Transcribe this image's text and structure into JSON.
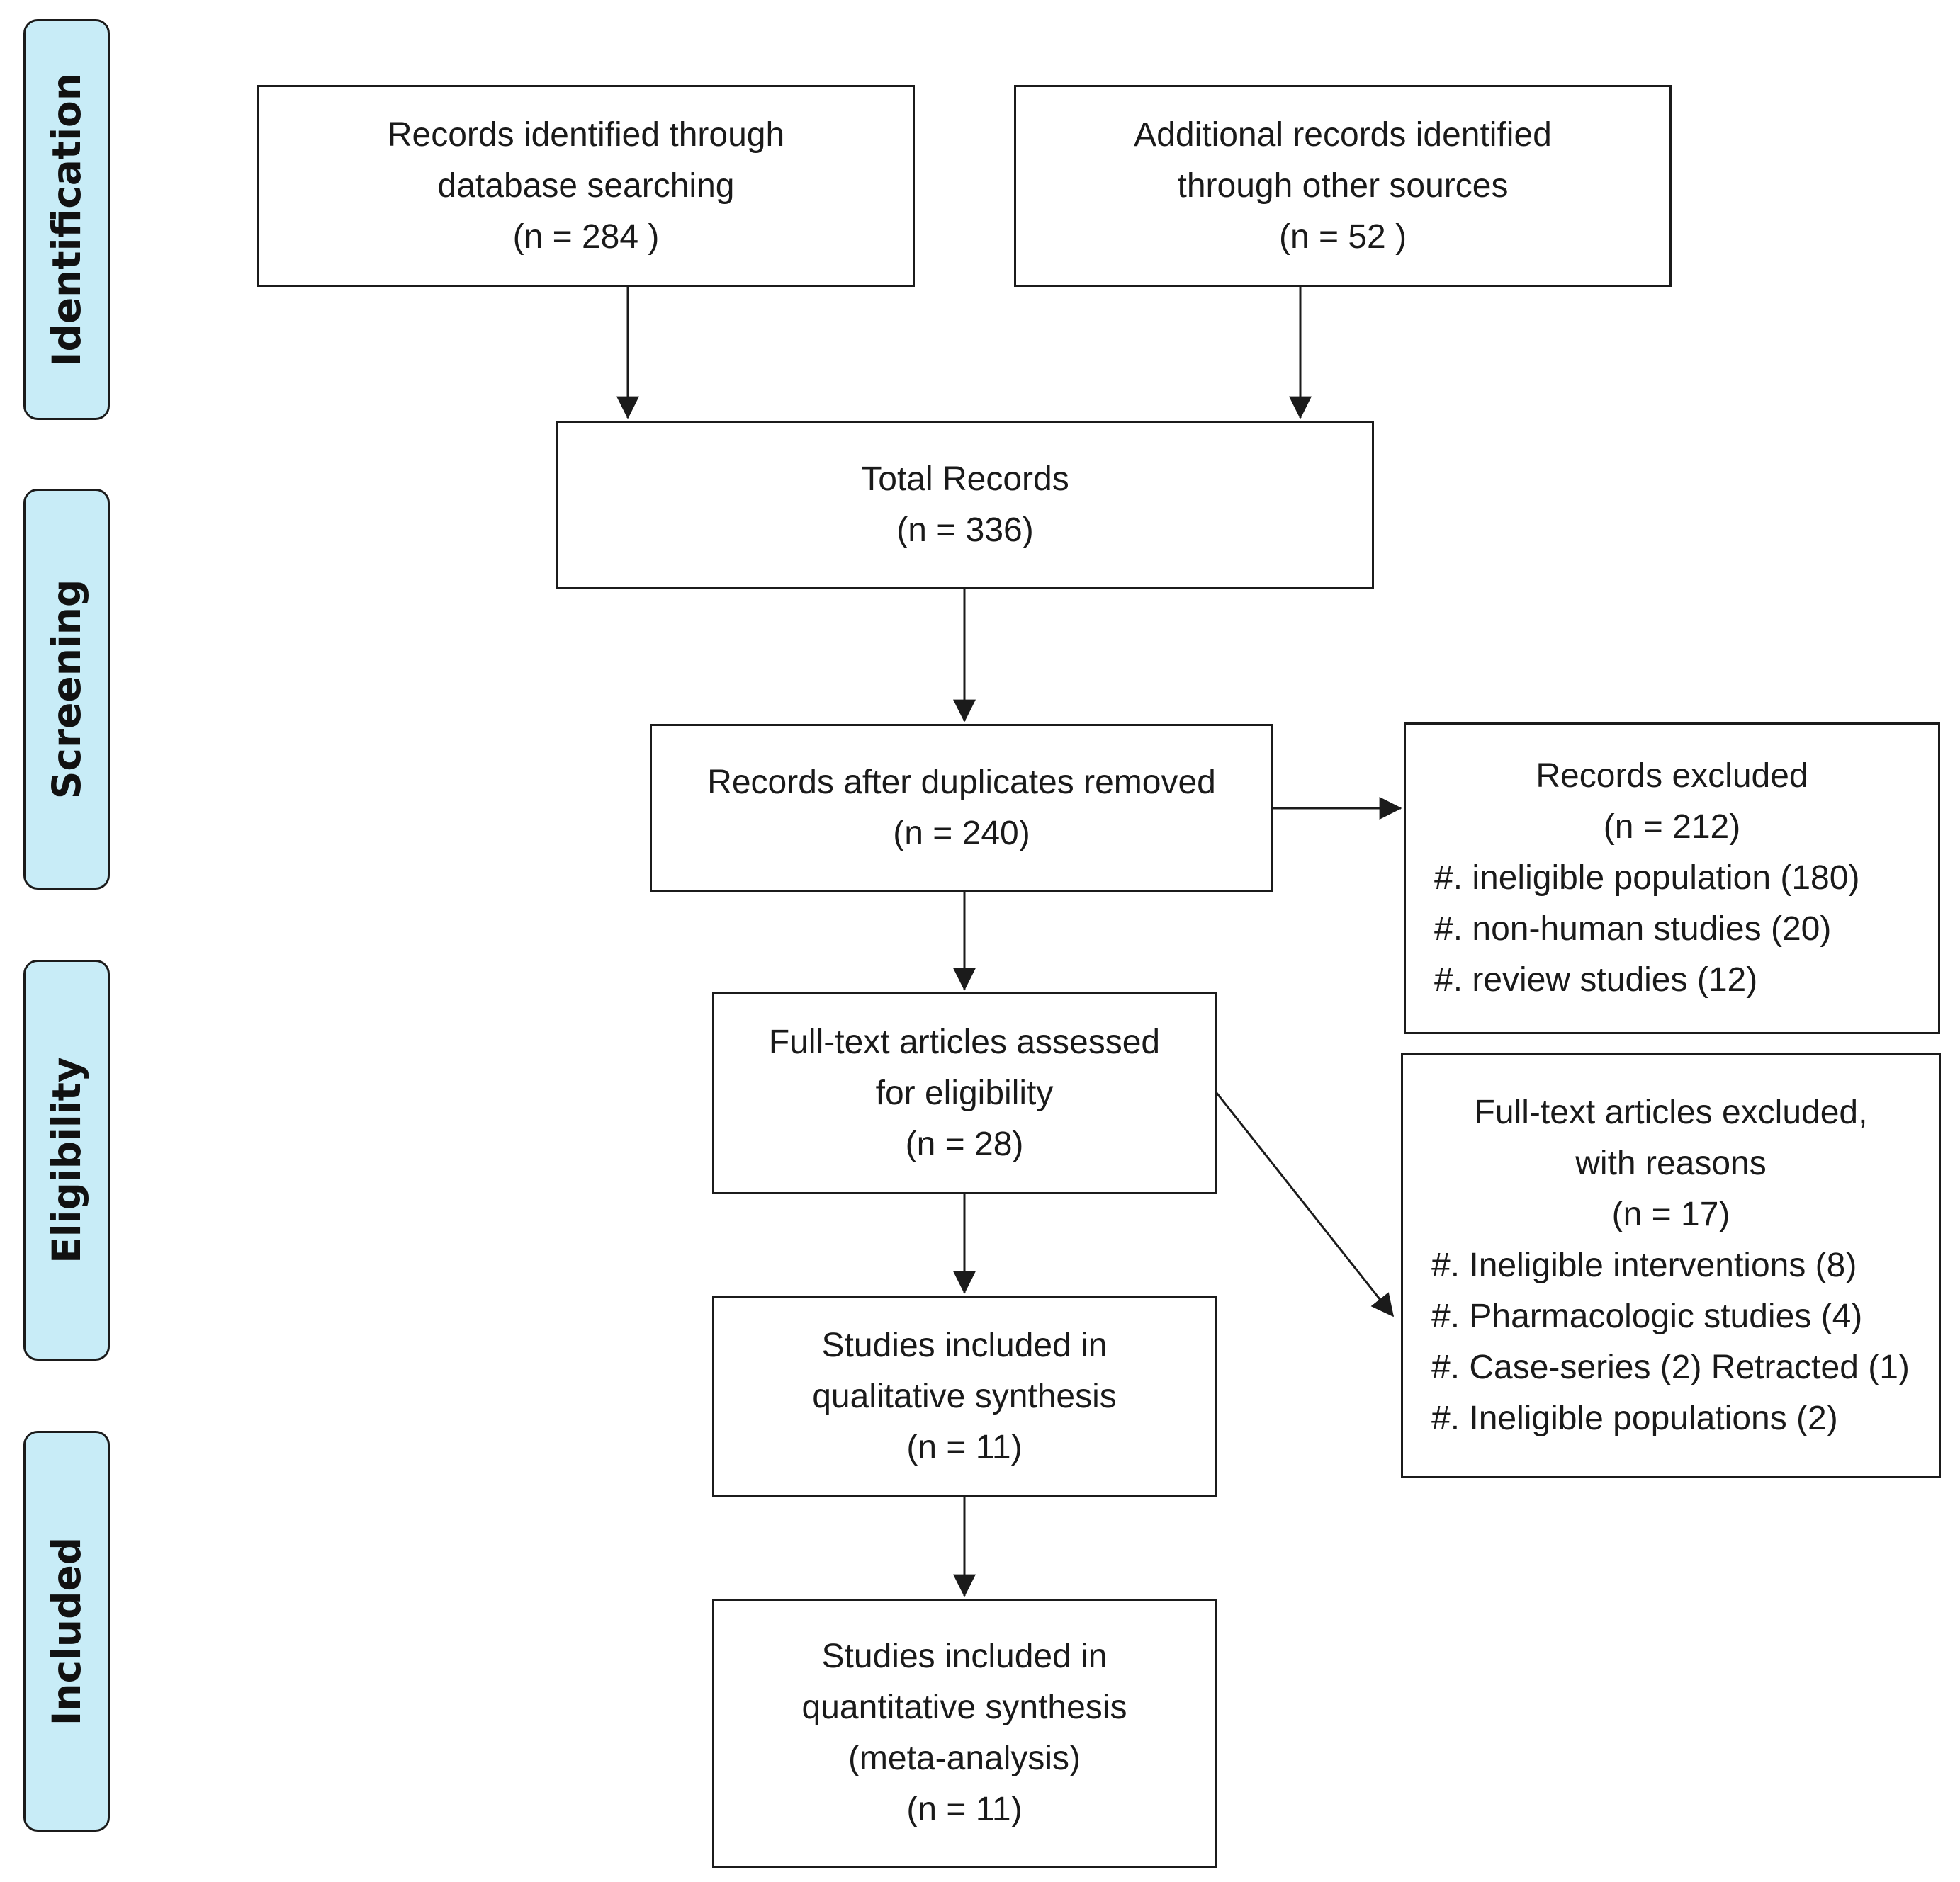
{
  "phases": {
    "identification": "Identification",
    "screening": "Screening",
    "eligibility": "Eligibility",
    "included": "Included"
  },
  "boxes": {
    "database": {
      "line1": "Records identified through",
      "line2": "database searching",
      "count": "(n = 284 )"
    },
    "other_sources": {
      "line1": "Additional records identified",
      "line2": "through other sources",
      "count": "(n = 52 )"
    },
    "total": {
      "line1": "Total Records",
      "count": "(n = 336)"
    },
    "after_duplicates": {
      "line1": "Records after duplicates removed",
      "count": "(n =  240)"
    },
    "records_excluded": {
      "line1": "Records excluded",
      "count": "(n =  212)",
      "reasons": [
        "#. ineligible population (180)",
        "#. non-human studies (20)",
        "#. review studies (12)"
      ]
    },
    "full_text_assessed": {
      "line1": "Full-text articles assessed",
      "line2": "for eligibility",
      "count": "(n =  28)"
    },
    "full_text_excluded": {
      "line1": "Full-text articles excluded,",
      "line2": "with reasons",
      "count": "(n = 17)",
      "reasons": [
        "#. Ineligible interventions (8)",
        "#. Pharmacologic studies (4)",
        "#. Case-series (2) Retracted (1)",
        "#. Ineligible populations (2)"
      ]
    },
    "qualitative": {
      "line1": "Studies included in",
      "line2": "qualitative synthesis",
      "count": "(n =  11)"
    },
    "quantitative": {
      "line1": "Studies included in",
      "line2": "quantitative synthesis",
      "line3": "(meta-analysis)",
      "count": "(n =  11)"
    }
  },
  "colors": {
    "phase_fill": "#c8ecf7",
    "stroke": "#1b1b1b"
  }
}
